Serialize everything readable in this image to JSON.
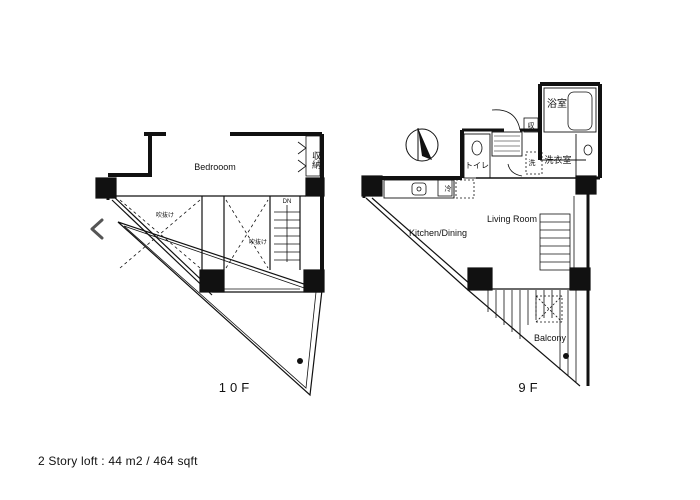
{
  "floors": {
    "upper": {
      "name": "10F",
      "rooms": {
        "bedroom": "Bedrooom",
        "storage": "収納",
        "void_1": "吹抜け",
        "void_2": "吹抜け",
        "stair": "DN"
      }
    },
    "lower": {
      "name": "9F",
      "rooms": {
        "bath": "浴室",
        "wash": "洗衣室",
        "toilet": "トイレ",
        "kitchen_dining": "Kitchen/Dining",
        "living": "Living Room",
        "balcony": "Balcony",
        "closet": "冷",
        "wash_small": "洗",
        "storage_small": "収"
      }
    }
  },
  "footer": {
    "text": "2 Story loft :  44 m2 / 464 sqft"
  },
  "icons": {
    "back": "chevron-left-icon",
    "compass": "north-arrow-icon"
  },
  "colors": {
    "wall": "#111111",
    "line": "#333333",
    "background": "#ffffff"
  }
}
